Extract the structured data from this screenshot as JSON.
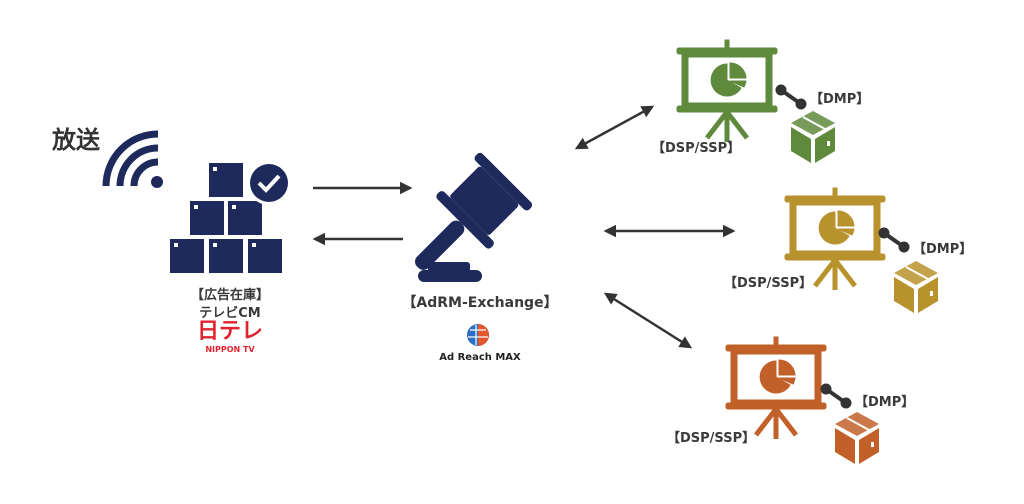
{
  "broadcast": {
    "label": "放送",
    "icon": "wifi-signal-icon"
  },
  "inventory": {
    "label": "【広告在庫】",
    "sublabel": "テレビCM",
    "icon": "boxes-check-icon",
    "color": "#1e2a5c",
    "logo": {
      "main": "日テレ",
      "sub": "NIPPON TV",
      "color": "#e0242f"
    }
  },
  "exchange": {
    "label": "【AdRM-Exchange】",
    "icon": "gavel-icon",
    "color": "#1e2a5c",
    "logo_text": "Ad Reach MAX"
  },
  "buyers": [
    {
      "label": "【DSP/SSP】",
      "dmp_label": "【DMP】",
      "color": "#5f8a3c"
    },
    {
      "label": "【DSP/SSP】",
      "dmp_label": "【DMP】",
      "color": "#b8922c"
    },
    {
      "label": "【DSP/SSP】",
      "dmp_label": "【DMP】",
      "color": "#c2602a"
    }
  ],
  "connections": [
    {
      "from": "inventory",
      "to": "exchange",
      "direction": "one-way"
    },
    {
      "from": "exchange",
      "to": "inventory",
      "direction": "one-way"
    },
    {
      "from": "exchange",
      "to": "buyer-1",
      "direction": "two-way"
    },
    {
      "from": "exchange",
      "to": "buyer-2",
      "direction": "two-way"
    },
    {
      "from": "exchange",
      "to": "buyer-3",
      "direction": "two-way"
    }
  ]
}
